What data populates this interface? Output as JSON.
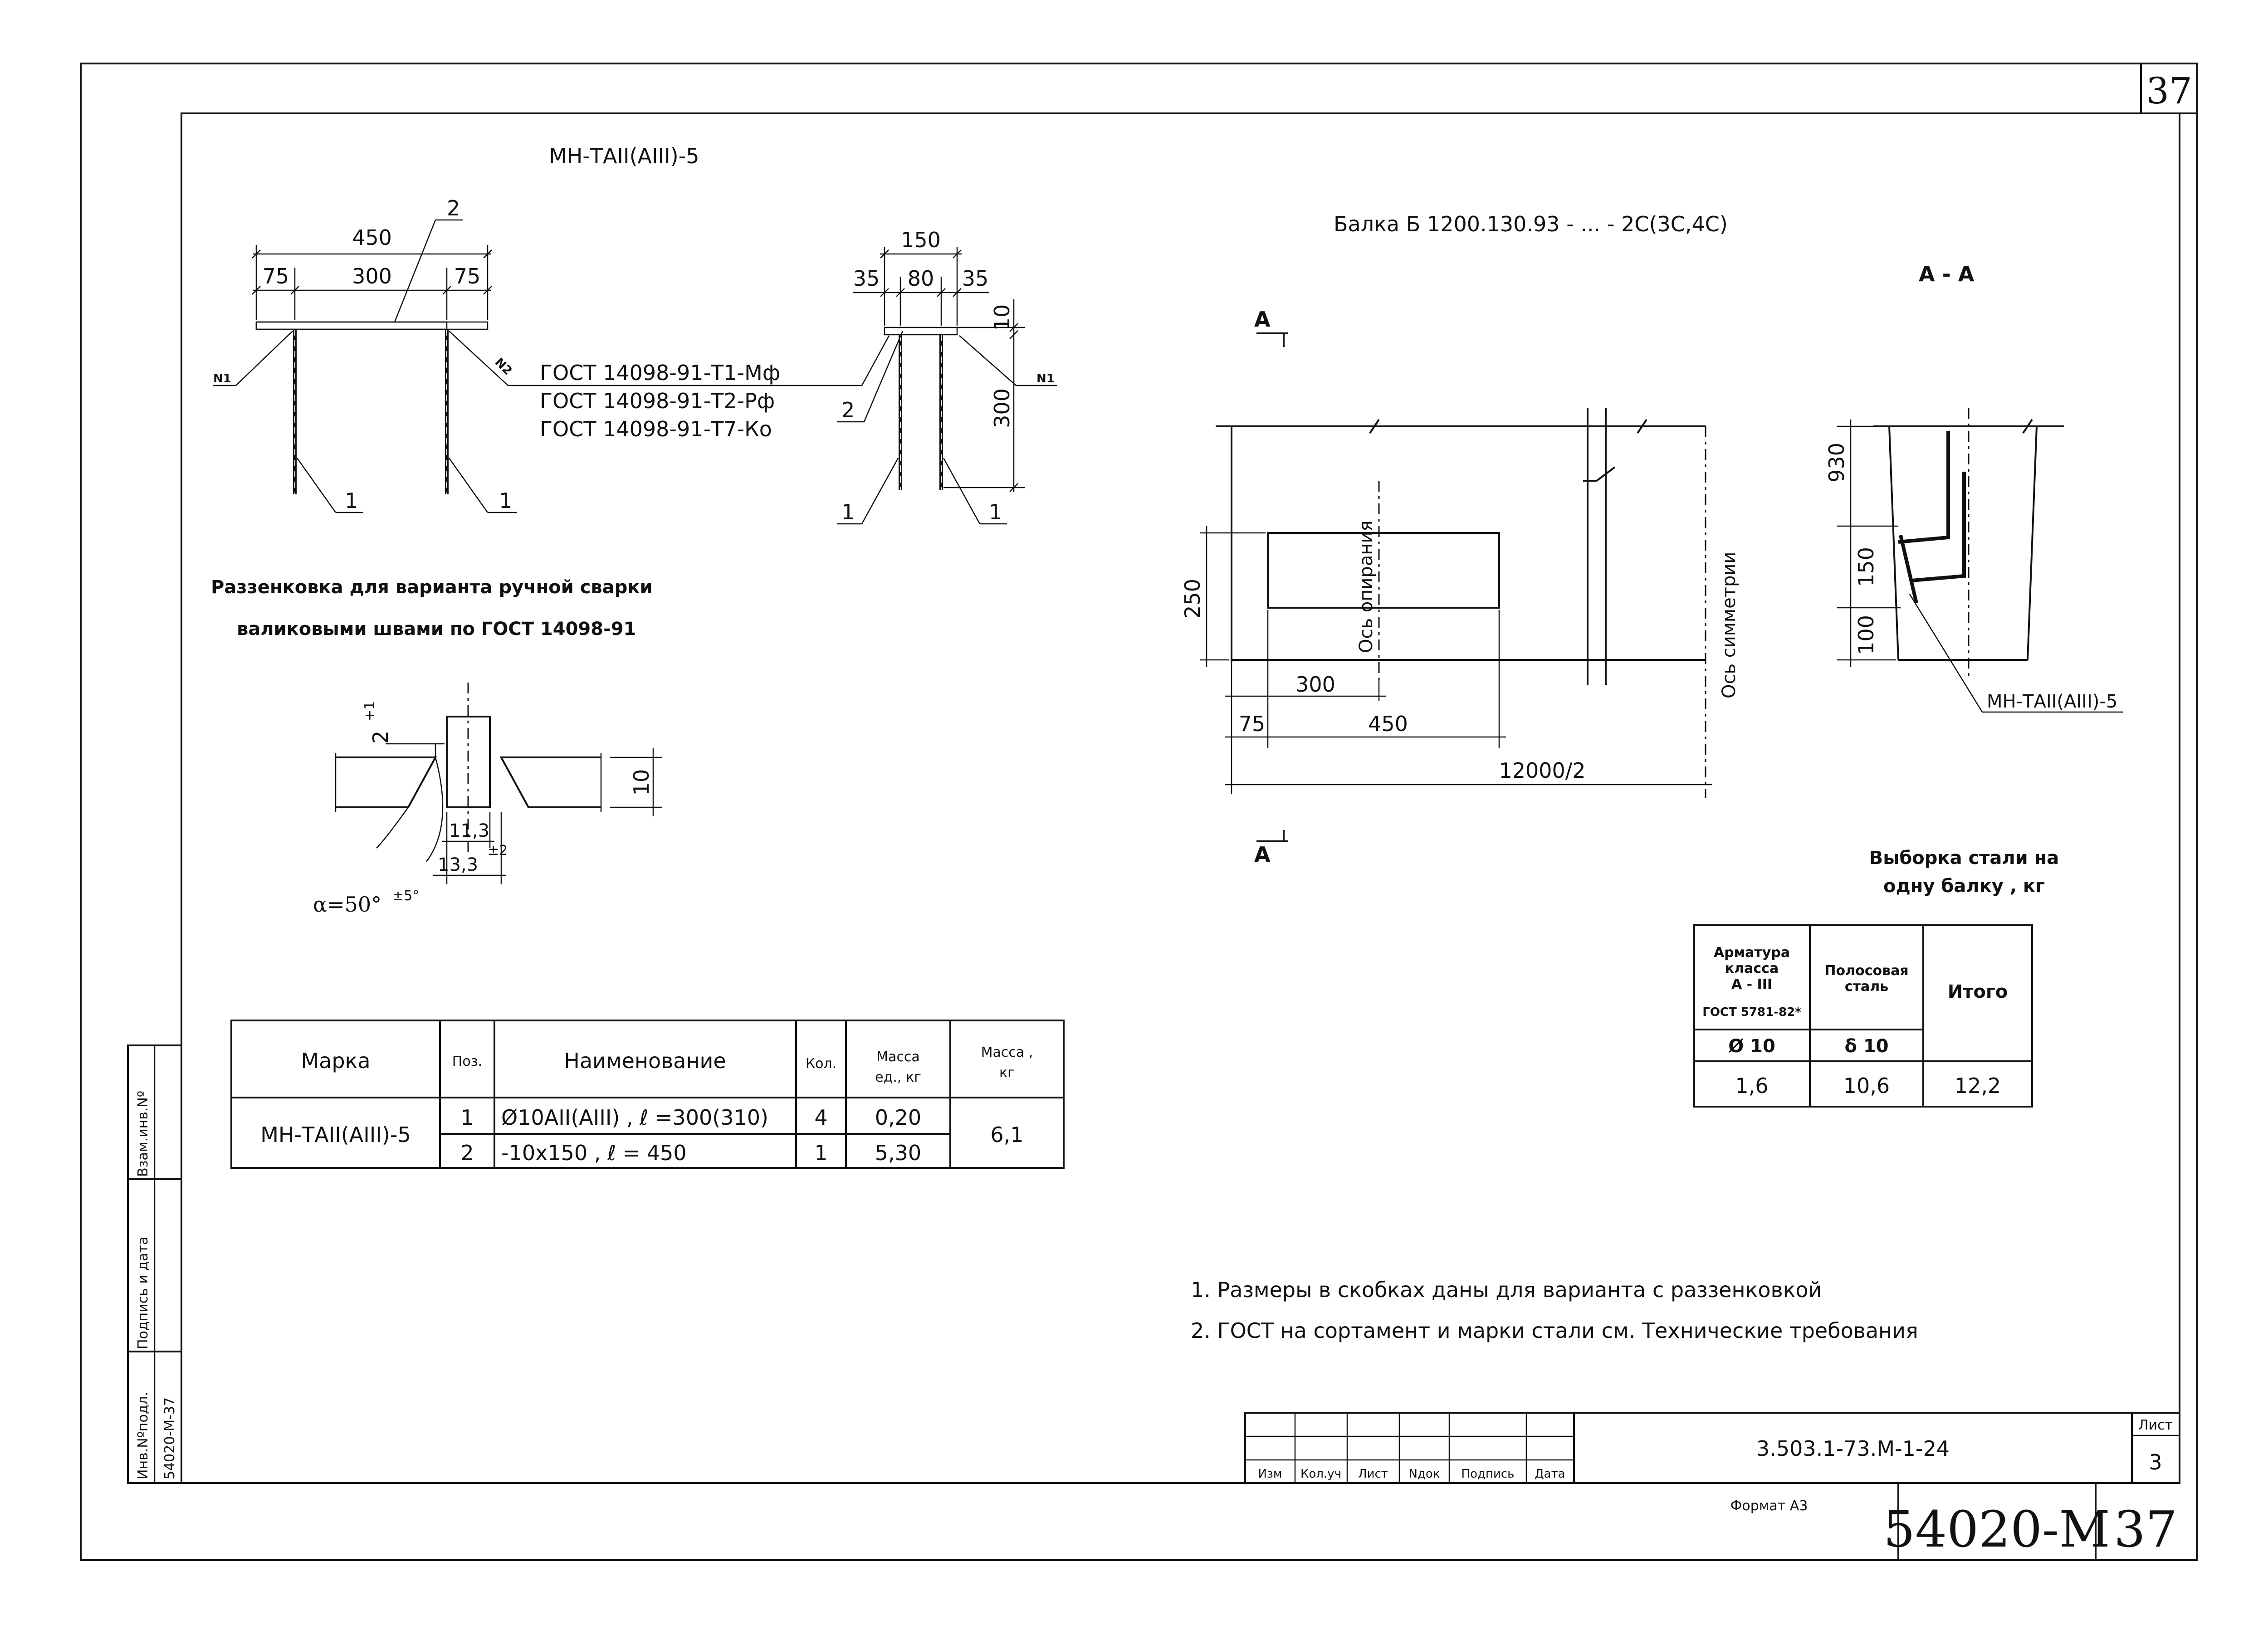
{
  "sheet_corner_number": "37",
  "element": {
    "title": "МН-ТАII(АIII)-5",
    "dims_top": {
      "total": "450",
      "left": "75",
      "mid": "300",
      "right": "75"
    },
    "pos_2": "2",
    "pos_1": "1",
    "weld_n1": "N1",
    "weld_n2": "N2",
    "gost_lines": [
      "ГОСТ 14098-91-Т1-Мф",
      "ГОСТ 14098-91-Т2-Рф",
      "ГОСТ 14098-91-Т7-Ко"
    ],
    "side": {
      "total": "150",
      "left": "35",
      "mid": "80",
      "right": "35",
      "thick": "10",
      "height": "300"
    }
  },
  "countersink": {
    "title_line1": "Раззенковка для варианта ручной сварки",
    "title_line2": "валиковыми швами по ГОСТ 14098-91",
    "dim_top": "2",
    "dim_top_tol": "+1",
    "dim_thick": "10",
    "dim_inner": "11,3",
    "dim_outer": "13,3",
    "dim_tol2": "±2",
    "angle": "α=50°",
    "angle_tol": "±5°"
  },
  "beam": {
    "title": "Балка Б 1200.130.93 - ... - 2С(3С,4С)",
    "section_a": "А",
    "section_title": "А - А",
    "axis_support": "Ось опирания",
    "axis_symmetry": "Ось симметрии",
    "dim_250": "250",
    "dim_300": "300",
    "dim_75": "75",
    "dim_450": "450",
    "dim_half": "12000/2",
    "dim_930": "930",
    "dim_150": "150",
    "dim_100": "100",
    "section_label": "МН-ТАII(АIII)-5"
  },
  "spec_table": {
    "headers": [
      "Марка",
      "Поз.",
      "Наименование",
      "Кол.",
      "Масса ед., кг",
      "Масса , кг"
    ],
    "mark": "МН-ТАII(АIII)-5",
    "rows": [
      {
        "pos": "1",
        "name": "Ø10АII(АIII) , ℓ =300(310)",
        "qty": "4",
        "unit_mass": "0,20"
      },
      {
        "pos": "2",
        "name": "-10x150 , ℓ = 450",
        "qty": "1",
        "unit_mass": "5,30"
      }
    ],
    "total_mass": "6,1"
  },
  "steel_table": {
    "title_line1": "Выборка стали на",
    "title_line2": "одну балку , кг",
    "h_rebar": [
      "Арматура",
      "класса",
      "А - III",
      "ГОСТ 5781-82*"
    ],
    "h_strip": [
      "Полосовая",
      "сталь"
    ],
    "h_total": "Итого",
    "sub_rebar": "Ø 10",
    "sub_strip": "δ 10",
    "v_rebar": "1,6",
    "v_strip": "10,6",
    "v_total": "12,2"
  },
  "notes": [
    "1. Размеры в скобках даны для варианта с раззенковкой",
    "2. ГОСТ на сортамент и марки стали см. Технические требования"
  ],
  "title_block": {
    "cols": [
      "Изм",
      "Кол.уч",
      "Лист",
      "Nдок",
      "Подпись",
      "Дата"
    ],
    "code": "3.503.1-73.М-1-24",
    "sheet_label": "Лист",
    "sheet_no": "3",
    "format": "Формат А3",
    "inv": "54020-М",
    "page": "37"
  },
  "side_stamp": {
    "col1": "Инв.Nºподл.",
    "col1_val": "54020-М-37",
    "col2": "Подпись и дата",
    "col3": "Взам.инв.Nº"
  }
}
